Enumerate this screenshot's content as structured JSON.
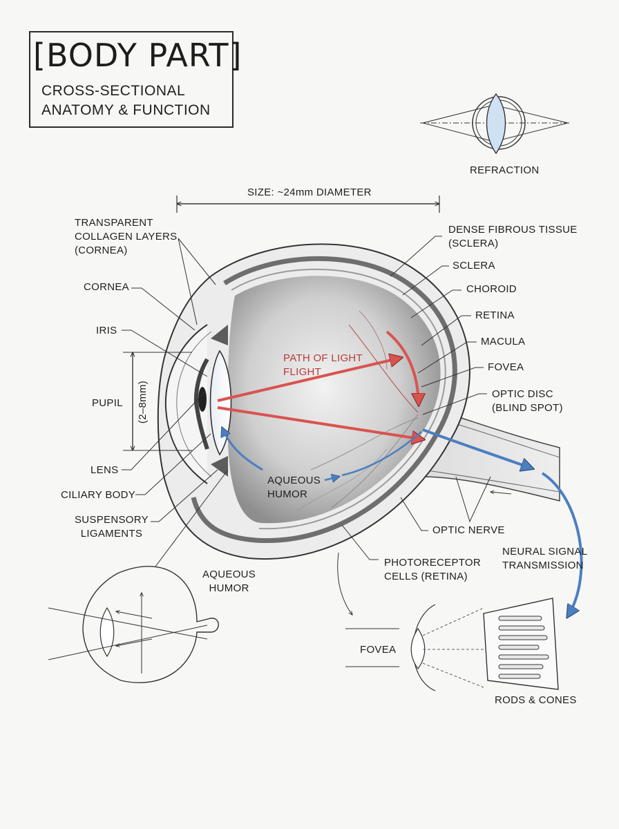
{
  "title": {
    "main": "[BODY PART]",
    "subtitle": "CROSS-SECTIONAL\nANATOMY & FUNCTION"
  },
  "refraction_label": "REFRACTION",
  "size_label": "SIZE: ~24mm DIAMETER",
  "pupil_range": "(2–8mm)",
  "left_labels": {
    "cornea_layers": "TRANSPARENT\nCOLLAGEN LAYERS\n(CORNEA)",
    "cornea": "CORNEA",
    "iris": "IRIS",
    "pupil": "PUPIL",
    "lens": "LENS",
    "ciliary_body": "CILIARY BODY",
    "suspensory_ligaments": "SUSPENSORY\nLIGAMENTS"
  },
  "right_labels": {
    "dense_fibrous": "DENSE FIBROUS TISSUE\n(SCLERA)",
    "sclera": "SCLERA",
    "choroid": "CHOROID",
    "retina": "RETINA",
    "macula": "MACULA",
    "fovea": "FOVEA",
    "optic_disc": "OPTIC DISC\n(BLIND SPOT)"
  },
  "inner_labels": {
    "path_of_light": "PATH OF LIGHT\nFLIGHT",
    "aqueous_humor": "AQUEOUS\nHUMOR"
  },
  "bottom_labels": {
    "optic_nerve": "OPTIC NERVE",
    "neural_signal": "NEURAL SIGNAL\nTRANSMISSION",
    "photoreceptor": "PHOTORECEPTOR\nCELLS (RETINA)",
    "aqueous_humor_2": "AQUEOUS\nHUMOR",
    "fovea_2": "FOVEA",
    "rods_cones": "RODS & CONES"
  },
  "colors": {
    "light_path": "#d9534f",
    "aqueous_arrow": "#4a7fc0",
    "ink": "#2a2a2a"
  }
}
